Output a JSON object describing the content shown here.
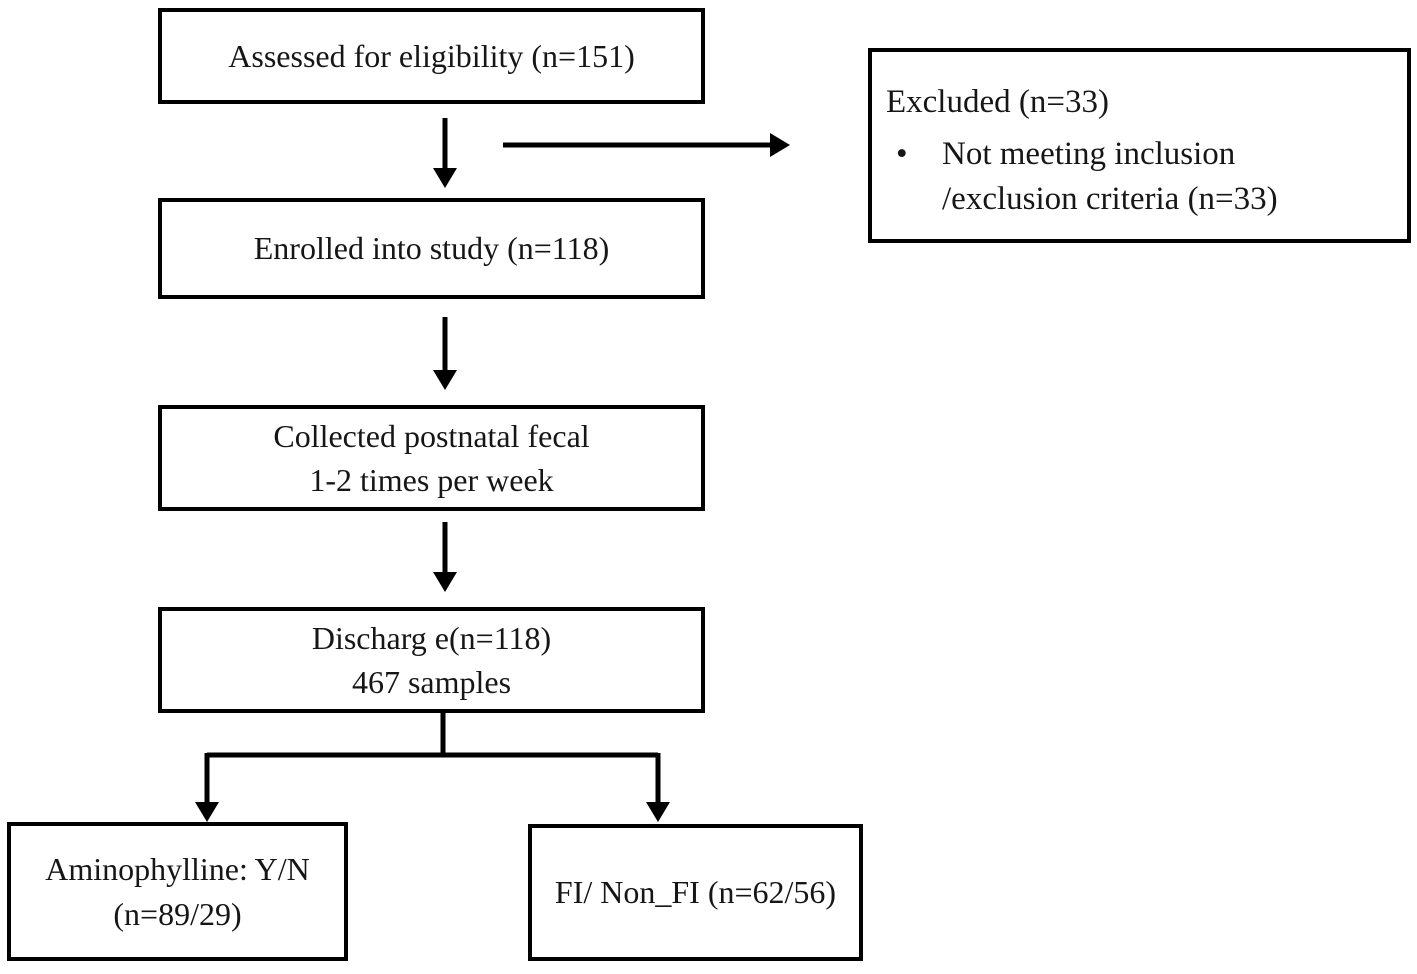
{
  "figure": {
    "background_color": "#ffffff",
    "line_color": "#000000",
    "text_color": "#161616"
  },
  "boxes": {
    "assessed": {
      "label": "Assessed for eligibility (n=151)"
    },
    "excluded": {
      "title": "Excluded (n=33)",
      "bullet": "•",
      "item_line1": "Not meeting inclusion",
      "item_line2": "/exclusion criteria (n=33)"
    },
    "enrolled": {
      "label": "Enrolled into study (n=118)"
    },
    "collected": {
      "line1": "Collected postnatal fecal",
      "line2": "1-2 times per week"
    },
    "discharge": {
      "line1": "Discharg e(n=118)",
      "line2": "467 samples"
    },
    "aminophylline": {
      "line1": "Aminophylline: Y/N",
      "line2": "(n=89/29)"
    },
    "fi_groups": {
      "label": "FI/ Non_FI (n=62/56)"
    }
  }
}
